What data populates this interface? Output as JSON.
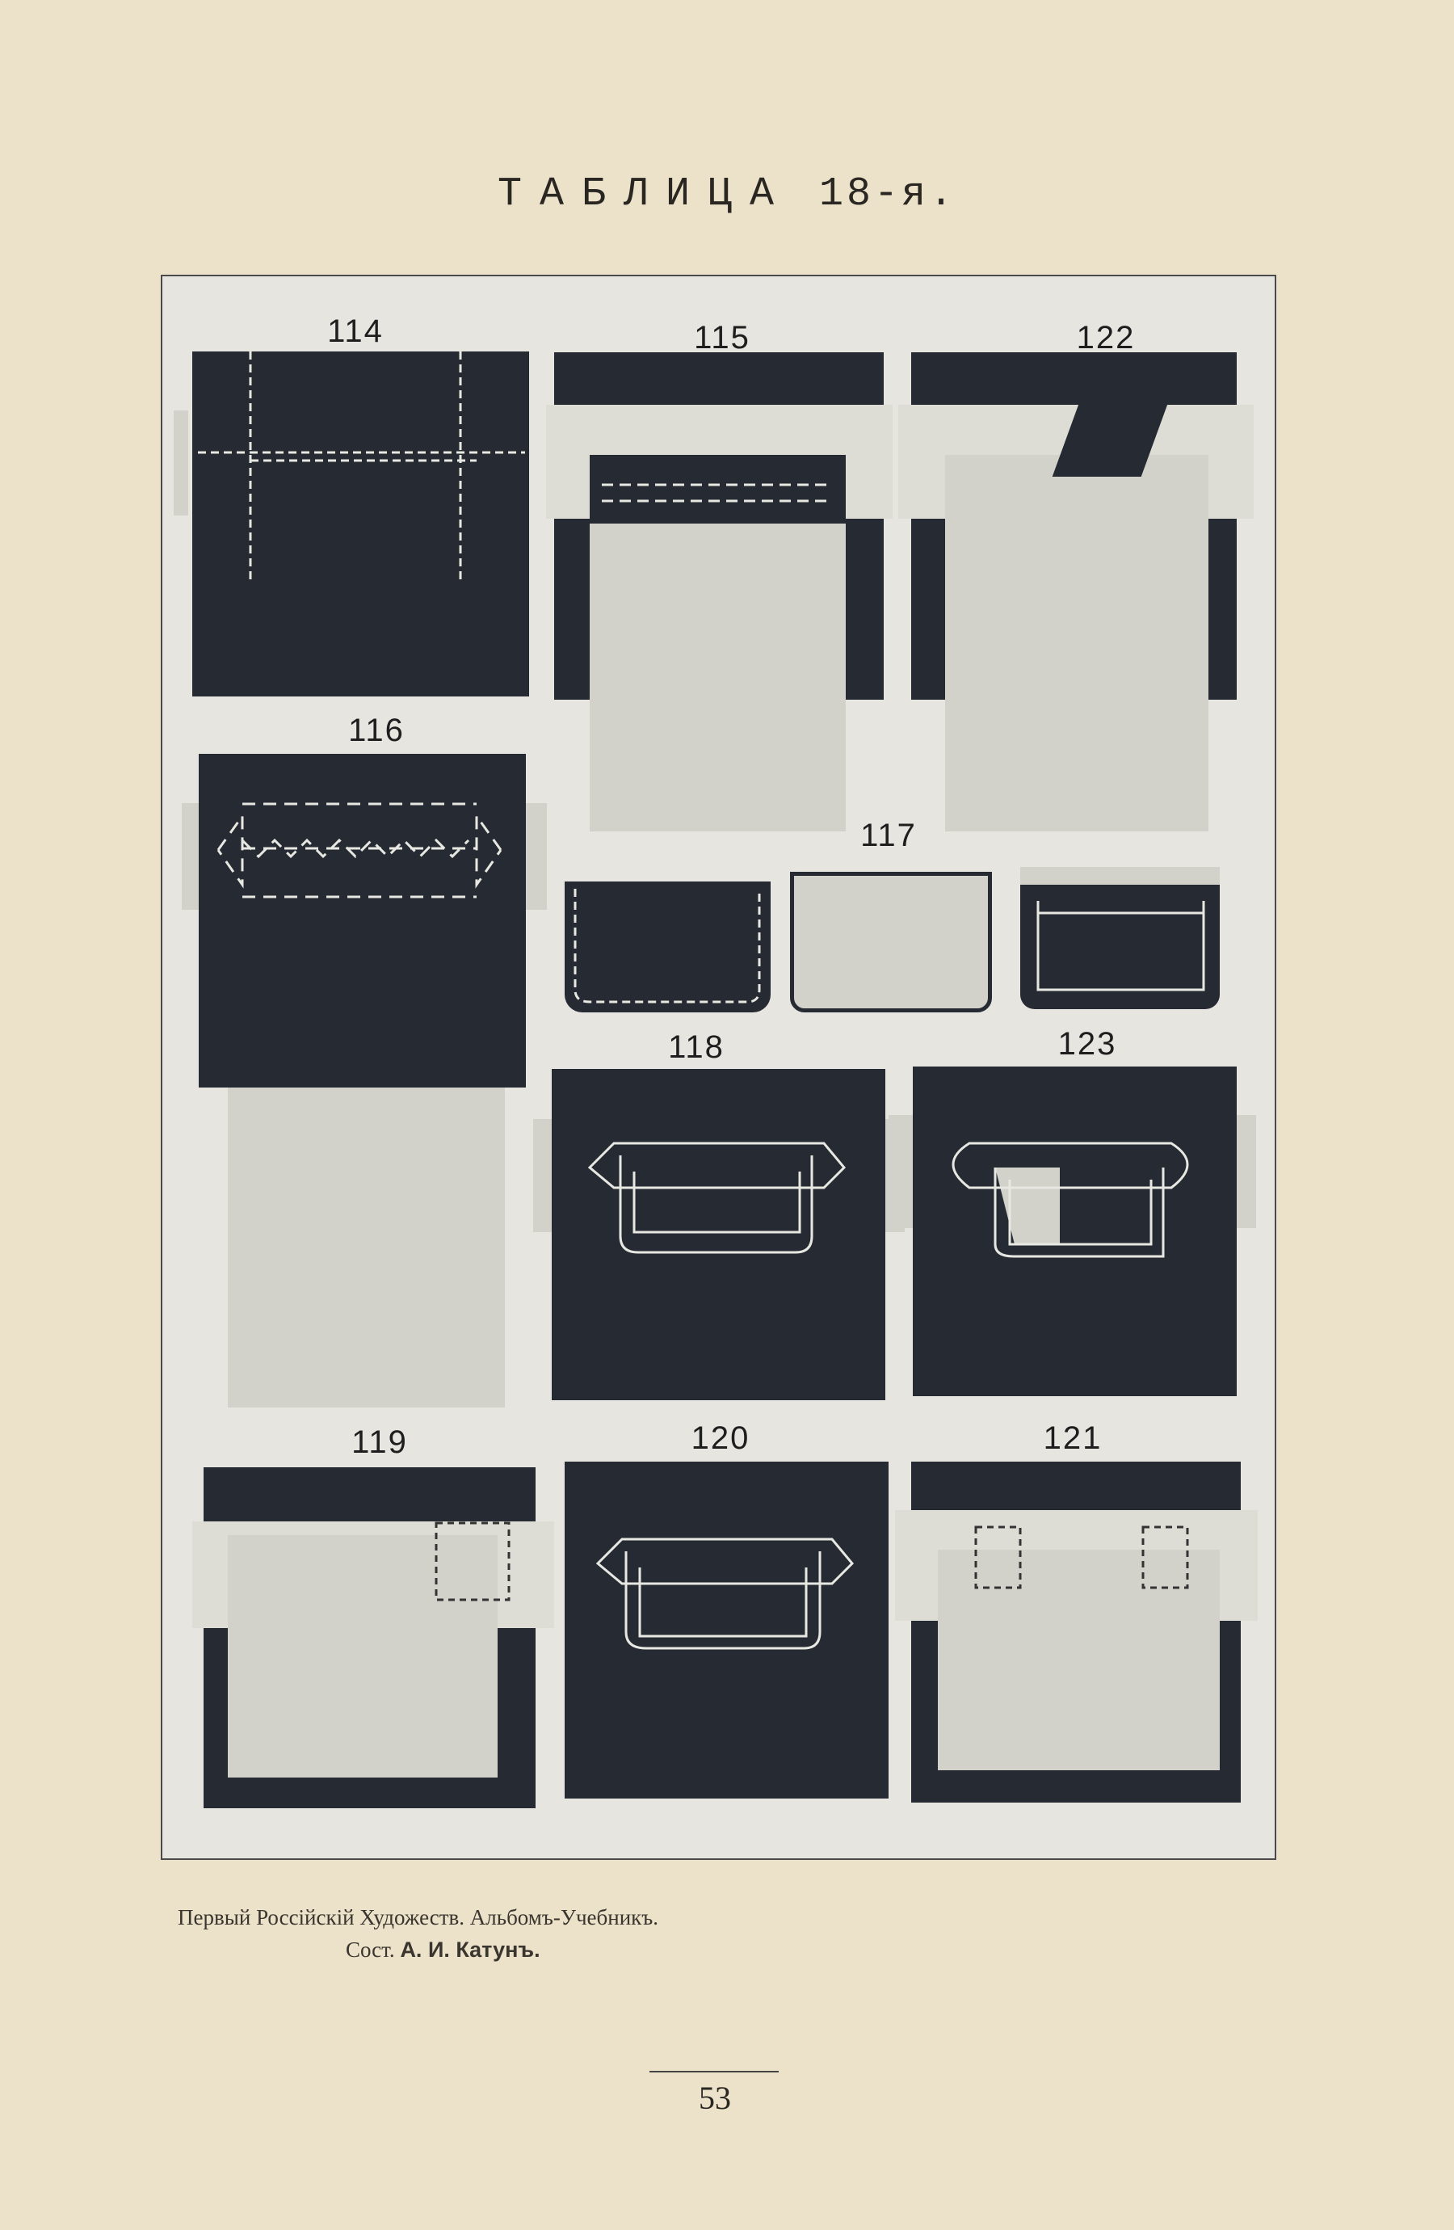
{
  "header": {
    "title_word": "ТАБЛИЦА",
    "title_suffix": "18-я."
  },
  "plate": {
    "labels": {
      "p114": "114",
      "p115": "115",
      "p122": "122",
      "p116": "116",
      "p117": "117",
      "p118": "118",
      "p123": "123",
      "p119": "119",
      "p120": "120",
      "p121": "121"
    },
    "colors": {
      "dark_fabric": "#262a33",
      "light_fabric": "#d2d1ca",
      "stitch": "#e8e8e2"
    }
  },
  "caption": {
    "line1": "Первый Россійскій Художеств. Альбомъ-Учебникъ.",
    "line2_prefix": "Сост.",
    "line2_author": "А. И. Катунъ."
  },
  "footer": {
    "page_number": "53"
  }
}
